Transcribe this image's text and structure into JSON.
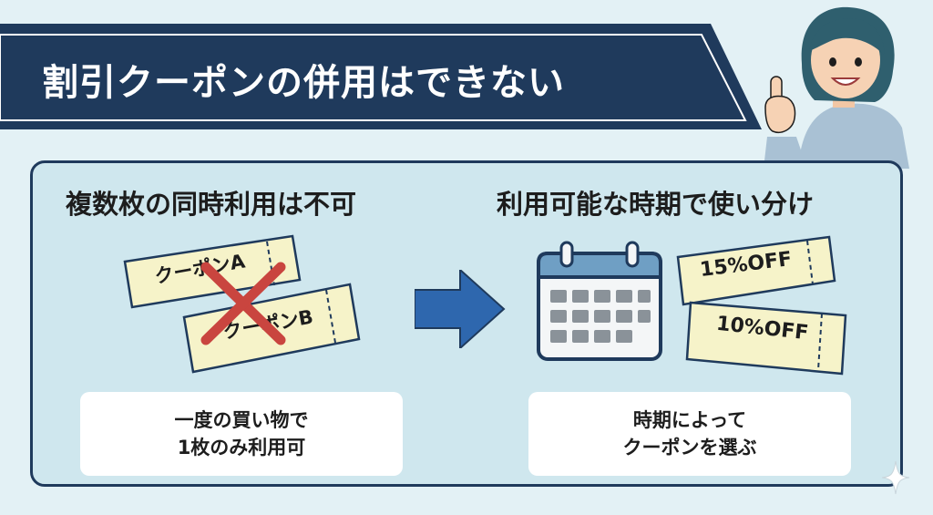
{
  "banner": {
    "title": "割引クーポンの併用はできない"
  },
  "left": {
    "heading": "複数枚の同時利用は不可",
    "coupon_a": "クーポンA",
    "coupon_b": "クーポンB",
    "note": "一度の買い物で\n1枚のみ利用可"
  },
  "right": {
    "heading": "利用可能な時期で使い分け",
    "coupon_15": "15%OFF",
    "coupon_10": "10%OFF",
    "note": "時期によって\nクーポンを選ぶ"
  },
  "colors": {
    "navy": "#1f3a5c",
    "panel_bg": "#cfe7ee",
    "ticket_fill": "#f6f3c9",
    "cross_red": "#c9453f",
    "arrow_blue": "#2e67ae"
  },
  "icons": [
    "person-pointing-icon",
    "cross-icon",
    "right-arrow-icon",
    "calendar-icon",
    "sparkle-icon"
  ]
}
